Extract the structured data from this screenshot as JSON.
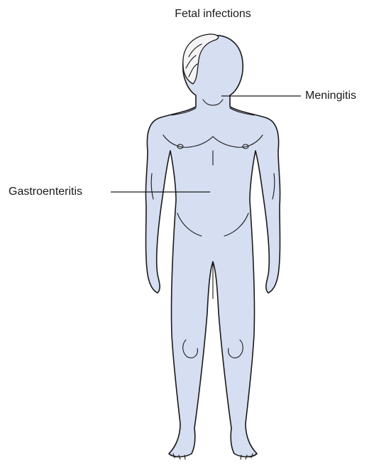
{
  "title": "Fetal infections",
  "labels": {
    "meningitis": "Meningitis",
    "gastroenteritis": "Gastroenteritis"
  },
  "colors": {
    "skin": "#d6def2",
    "outline": "#1a1a1a",
    "hair": "#f4f4f4"
  }
}
